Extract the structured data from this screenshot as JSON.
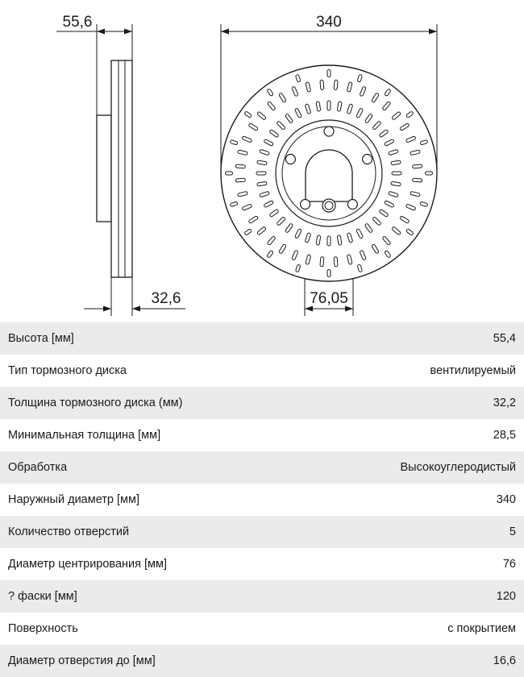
{
  "drawing": {
    "dimensions": {
      "total_height": "55,6",
      "outer_diameter": "340",
      "thickness": "32,6",
      "center_bore": "76,05"
    }
  },
  "specs": [
    {
      "label": "Высота [мм]",
      "value": "55,4"
    },
    {
      "label": "Тип тормозного диска",
      "value": "вентилируемый"
    },
    {
      "label": "Толщина тормозного диска (мм)",
      "value": "32,2"
    },
    {
      "label": "Минимальная толщина [мм]",
      "value": "28,5"
    },
    {
      "label": "Обработка",
      "value": "Высокоуглеродистый"
    },
    {
      "label": "Наружный диаметр [мм]",
      "value": "340"
    },
    {
      "label": "Количество отверстий",
      "value": "5"
    },
    {
      "label": "Диаметр центрирования [мм]",
      "value": "76"
    },
    {
      "label": "? фаски [мм]",
      "value": "120"
    },
    {
      "label": "Поверхность",
      "value": "с покрытием"
    },
    {
      "label": "Диаметр отверстия до [мм]",
      "value": "16,6"
    }
  ]
}
